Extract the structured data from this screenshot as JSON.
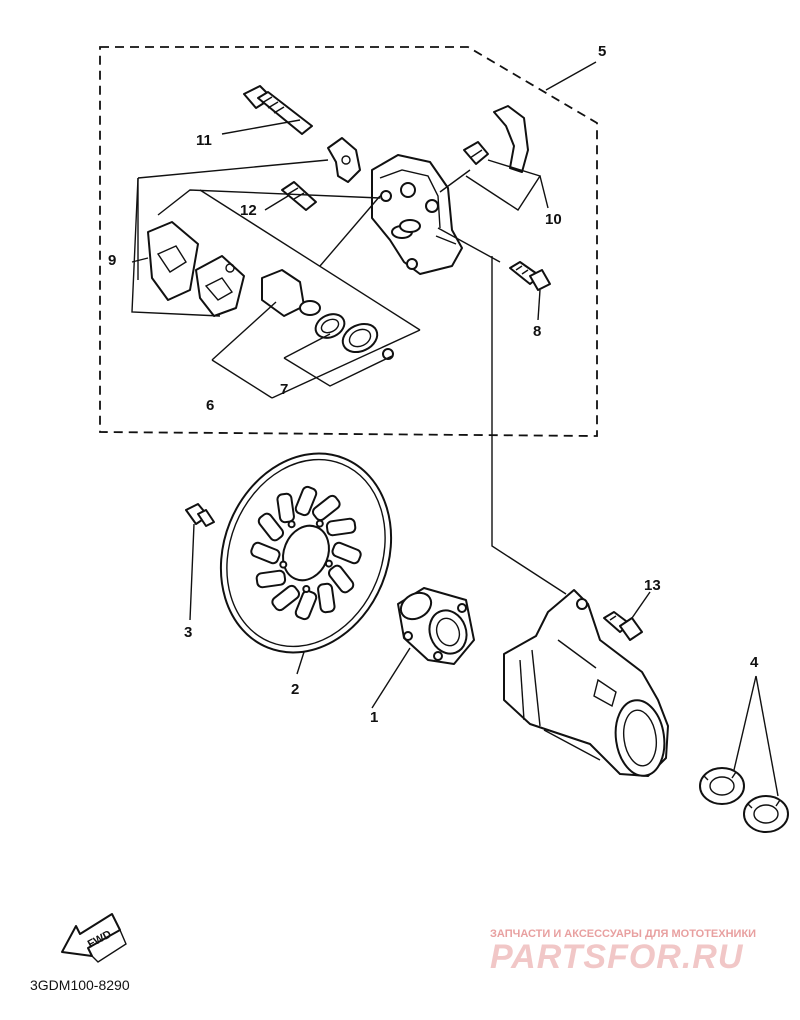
{
  "callouts": {
    "c1": "1",
    "c2": "2",
    "c3": "3",
    "c4": "4",
    "c5": "5",
    "c6": "6",
    "c7": "7",
    "c8": "8",
    "c9": "9",
    "c10": "10",
    "c11": "11",
    "c12": "12",
    "c13": "13"
  },
  "fwd_label": "FWD",
  "diagram_code": "3GDM100-8290",
  "watermark": {
    "line1": "ЗАПЧАСТИ И АКСЕССУАРЫ ДЛЯ МОТОТЕХНИКИ",
    "line2": "PARTSFOR.RU"
  }
}
